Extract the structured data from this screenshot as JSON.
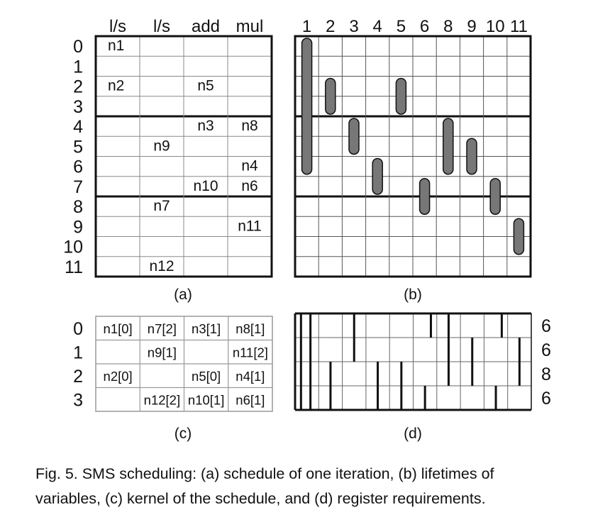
{
  "panel_a": {
    "caption": "(a)",
    "columns": [
      "l/s",
      "l/s",
      "add",
      "mul"
    ],
    "rows": [
      "0",
      "1",
      "2",
      "3",
      "4",
      "5",
      "6",
      "7",
      "8",
      "9",
      "10",
      "11"
    ],
    "cells": [
      [
        "n1",
        "",
        "",
        ""
      ],
      [
        "",
        "",
        "",
        ""
      ],
      [
        "n2",
        "",
        "n5",
        ""
      ],
      [
        "",
        "",
        "",
        ""
      ],
      [
        "",
        "",
        "n3",
        "n8"
      ],
      [
        "",
        "n9",
        "",
        ""
      ],
      [
        "",
        "",
        "",
        "n4"
      ],
      [
        "",
        "",
        "n10",
        "n6"
      ],
      [
        "",
        "n7",
        "",
        ""
      ],
      [
        "",
        "",
        "",
        "n11"
      ],
      [
        "",
        "",
        "",
        ""
      ],
      [
        "",
        "n12",
        "",
        ""
      ]
    ],
    "thick_row_separators": [
      4,
      8
    ]
  },
  "panel_b": {
    "caption": "(b)",
    "columns": [
      "1",
      "2",
      "3",
      "4",
      "5",
      "6",
      "8",
      "9",
      "10",
      "11"
    ],
    "num_rows": 12,
    "thick_row_separators": [
      4,
      8
    ],
    "lifetimes": [
      {
        "col": 0,
        "start": 0,
        "end": 6
      },
      {
        "col": 1,
        "start": 2,
        "end": 3
      },
      {
        "col": 2,
        "start": 4,
        "end": 5
      },
      {
        "col": 3,
        "start": 6,
        "end": 7
      },
      {
        "col": 4,
        "start": 2,
        "end": 3
      },
      {
        "col": 5,
        "start": 7,
        "end": 8
      },
      {
        "col": 6,
        "start": 4,
        "end": 6
      },
      {
        "col": 7,
        "start": 5,
        "end": 6
      },
      {
        "col": 8,
        "start": 7,
        "end": 8
      },
      {
        "col": 9,
        "start": 9,
        "end": 10
      }
    ]
  },
  "panel_c": {
    "caption": "(c)",
    "rows": [
      "0",
      "1",
      "2",
      "3"
    ],
    "cells": [
      [
        "n1[0]",
        "n7[2]",
        "n3[1]",
        "n8[1]"
      ],
      [
        "",
        "n9[1]",
        "",
        "n11[2]"
      ],
      [
        "n2[0]",
        "",
        "n5[0]",
        "n4[1]"
      ],
      [
        "",
        "n12[2]",
        "n10[1]",
        "n6[1]"
      ]
    ]
  },
  "panel_d": {
    "caption": "(d)",
    "num_cols": 10,
    "num_rows": 4,
    "register_counts": [
      "6",
      "6",
      "8",
      "6"
    ],
    "bars": [
      {
        "col": 0,
        "start": 0,
        "end": 4,
        "offset": 0.25
      },
      {
        "col": 0,
        "start": 0,
        "end": 4,
        "offset": 0.65
      },
      {
        "col": 1,
        "start": 2,
        "end": 4,
        "offset": 0.5
      },
      {
        "col": 2,
        "start": 0,
        "end": 2,
        "offset": 0.5
      },
      {
        "col": 3,
        "start": 2,
        "end": 4,
        "offset": 0.5
      },
      {
        "col": 4,
        "start": 2,
        "end": 4,
        "offset": 0.5
      },
      {
        "col": 5,
        "start": 3,
        "end": 4,
        "offset": 0.5
      },
      {
        "col": 5,
        "start": 0,
        "end": 1,
        "offset": 0.75
      },
      {
        "col": 6,
        "start": 0,
        "end": 3,
        "offset": 0.5
      },
      {
        "col": 7,
        "start": 1,
        "end": 3,
        "offset": 0.5
      },
      {
        "col": 8,
        "start": 3,
        "end": 4,
        "offset": 0.5
      },
      {
        "col": 8,
        "start": 0,
        "end": 1,
        "offset": 0.75
      },
      {
        "col": 9,
        "start": 1,
        "end": 3,
        "offset": 0.5
      }
    ]
  },
  "caption": {
    "line1": "Fig. 5. SMS scheduling: (a) schedule of one iteration, (b) lifetimes of",
    "line2": "variables, (c) kernel of the schedule, and (d) register requirements."
  }
}
